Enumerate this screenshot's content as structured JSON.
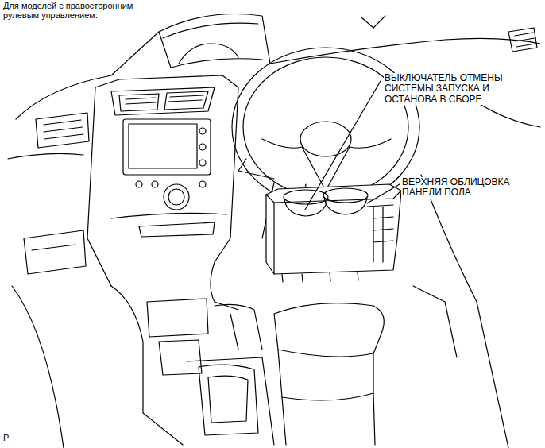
{
  "diagram": {
    "labels": [
      "Для моделей с правосторонним рулевым управлением:",
      "ВЫКЛЮЧАТЕЛЬ ОТМЕНЫ СИСТЕМЫ ЗАПУСКА И ОСТАНОВА В СБОРЕ",
      "ВЕРХНЯЯ ОБЛИЦОВКА ПАНЕЛИ ПОЛА",
      "P"
    ]
  }
}
